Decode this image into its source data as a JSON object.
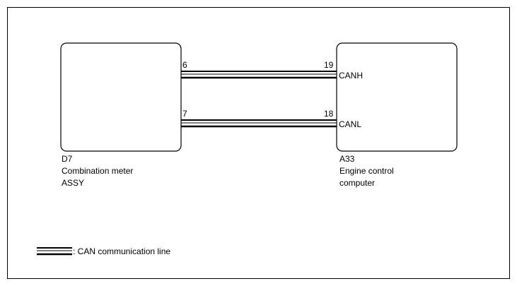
{
  "components": {
    "left": {
      "connector": "D7",
      "name_line1": "Combination meter",
      "name_line2": "ASSY",
      "pins": {
        "canh": "6",
        "canl": "7"
      }
    },
    "right": {
      "connector": "A33",
      "name_line1": "Engine control",
      "name_line2": "computer",
      "pins": {
        "canh": "19",
        "canl": "18"
      },
      "signals": {
        "canh": "CANH",
        "canl": "CANL"
      }
    }
  },
  "legend": {
    "label": ": CAN communication line"
  },
  "colors": {
    "line": "#000000",
    "background": "#ffffff"
  }
}
